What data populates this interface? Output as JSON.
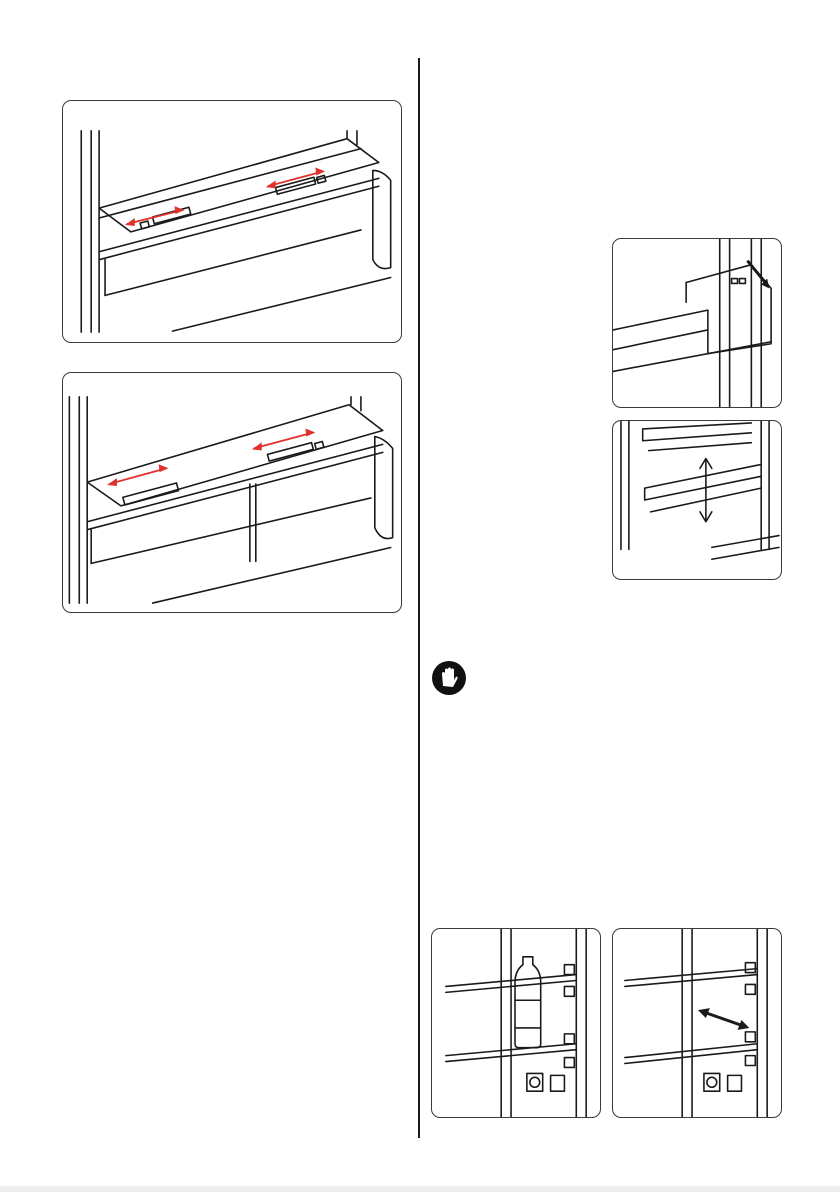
{
  "figures": [
    {
      "id": "drawer-cover-single",
      "icons": [
        "vent-slider",
        "slide-arrow"
      ]
    },
    {
      "id": "drawer-cover-double",
      "icons": [
        "vent-slider",
        "slide-arrow"
      ]
    },
    {
      "id": "door-shelf-release",
      "icons": [
        "press-arrow"
      ]
    },
    {
      "id": "door-shelf-height-adjust",
      "icons": [
        "up-down-arrow"
      ]
    },
    {
      "id": "shelf-bottle-holder",
      "icons": [
        "bottle"
      ]
    },
    {
      "id": "sliding-shelf",
      "icons": [
        "slide-arrow"
      ]
    }
  ],
  "warning": {
    "icon": "hand-stop-icon"
  },
  "colors": {
    "frame": "#3a3a3a",
    "arrow": "#e0322d",
    "ink": "#1a1a1a",
    "warning_bg": "#111111"
  }
}
